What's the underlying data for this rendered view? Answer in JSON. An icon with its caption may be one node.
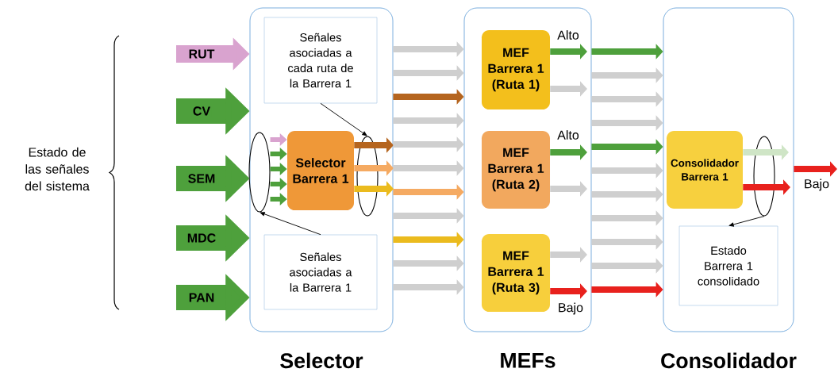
{
  "diagram": {
    "nodes": [
      {
        "text": [
          "Estado de las señales del sistema"
        ]
      },
      {
        "text": [
          "Selector"
        ]
      },
      {
        "text": [
          "Señales asociadas a cada ruta de la Barrera 1"
        ],
        "in": 1
      },
      {
        "text": [
          "Selector Barrera 1"
        ],
        "in": 1
      },
      {
        "text": [
          "Señales asociadas a la Barrera 1"
        ],
        "in": 1
      },
      {
        "text": [],
        "shape": "ellipse",
        "in": 1
      },
      {
        "text": [],
        "shape": "ellipse",
        "in": 1
      },
      {
        "text": [
          "MEFs"
        ]
      },
      {
        "text": [
          "MEF Barrera 1 (Ruta 1)"
        ],
        "in": 7
      },
      {
        "text": [
          "MEF Barrera 1 (Ruta 2)"
        ],
        "in": 7
      },
      {
        "text": [
          "MEF Barrera 1 (Ruta 3)"
        ],
        "in": 7
      },
      {
        "text": [
          "Consolidador"
        ]
      },
      {
        "text": [
          "Consolidador Barrera 1"
        ],
        "in": 11
      },
      {
        "text": [
          "Estado Barrera 1 consolidado"
        ],
        "in": 11
      },
      {
        "text": [],
        "shape": "ellipse",
        "in": 11
      }
    ],
    "edges": [
      {
        "from": null,
        "to": 1,
        "arrow": "to",
        "label": "RUT",
        "style": "thick",
        "color": "#d9a3cf"
      },
      {
        "from": null,
        "to": 1,
        "arrow": "to",
        "label": "CV",
        "style": "thick",
        "color": "#4ea03c"
      },
      {
        "from": null,
        "to": 1,
        "arrow": "to",
        "label": "SEM",
        "style": "thick",
        "color": "#4ea03c"
      },
      {
        "from": null,
        "to": 1,
        "arrow": "to",
        "label": "MDC",
        "style": "thick",
        "color": "#4ea03c"
      },
      {
        "from": null,
        "to": 1,
        "arrow": "to",
        "label": "PAN",
        "style": "thick",
        "color": "#4ea03c"
      },
      {
        "from": 2,
        "to": 6,
        "arrow": "to",
        "color": "#000000"
      },
      {
        "from": 4,
        "to": 5,
        "arrow": "to",
        "color": "#000000"
      },
      {
        "from": 5,
        "to": 3,
        "arrow": "to",
        "color": "#d9a3cf"
      },
      {
        "from": 5,
        "to": 3,
        "arrow": "to",
        "color": "#4ea03c"
      },
      {
        "from": 5,
        "to": 3,
        "arrow": "to",
        "color": "#4ea03c"
      },
      {
        "from": 5,
        "to": 3,
        "arrow": "to",
        "color": "#4ea03c"
      },
      {
        "from": 5,
        "to": 3,
        "arrow": "to",
        "color": "#4ea03c"
      },
      {
        "from": 3,
        "to": null,
        "arrow": "to",
        "color": "#b5651f"
      },
      {
        "from": 3,
        "to": null,
        "arrow": "to",
        "color": "#f5aa62"
      },
      {
        "from": 3,
        "to": null,
        "arrow": "to",
        "color": "#ebbb1e"
      },
      {
        "from": 1,
        "to": 7,
        "arrow": "to"
      },
      {
        "from": 1,
        "to": 7,
        "arrow": "to"
      },
      {
        "from": 1,
        "to": 7,
        "arrow": "to",
        "color": "#b5651f"
      },
      {
        "from": 1,
        "to": 7,
        "arrow": "to"
      },
      {
        "from": 1,
        "to": 7,
        "arrow": "to"
      },
      {
        "from": 1,
        "to": 7,
        "arrow": "to"
      },
      {
        "from": 1,
        "to": 7,
        "arrow": "to",
        "color": "#f5aa62"
      },
      {
        "from": 1,
        "to": 7,
        "arrow": "to"
      },
      {
        "from": 1,
        "to": 7,
        "arrow": "to",
        "color": "#ebbb1e"
      },
      {
        "from": 1,
        "to": 7,
        "arrow": "to"
      },
      {
        "from": 1,
        "to": 7,
        "arrow": "to"
      },
      {
        "from": 8,
        "to": null,
        "arrow": "to",
        "label": "Alto",
        "color": "#4ea03c"
      },
      {
        "from": 8,
        "to": null,
        "arrow": "to"
      },
      {
        "from": 9,
        "to": null,
        "arrow": "to",
        "label": "Alto",
        "color": "#4ea03c"
      },
      {
        "from": 9,
        "to": null,
        "arrow": "to"
      },
      {
        "from": 10,
        "to": null,
        "arrow": "to"
      },
      {
        "from": 10,
        "to": null,
        "arrow": "to",
        "label": "Bajo",
        "color": "#e8211d"
      },
      {
        "from": 7,
        "to": 11,
        "arrow": "to",
        "color": "#4ea03c"
      },
      {
        "from": 7,
        "to": 11,
        "arrow": "to"
      },
      {
        "from": 7,
        "to": 11,
        "arrow": "to"
      },
      {
        "from": 7,
        "to": 11,
        "arrow": "to"
      },
      {
        "from": 7,
        "to": 11,
        "arrow": "to",
        "color": "#4ea03c"
      },
      {
        "from": 7,
        "to": 11,
        "arrow": "to"
      },
      {
        "from": 7,
        "to": 11,
        "arrow": "to"
      },
      {
        "from": 7,
        "to": 11,
        "arrow": "to"
      },
      {
        "from": 7,
        "to": 11,
        "arrow": "to"
      },
      {
        "from": 7,
        "to": 11,
        "arrow": "to"
      },
      {
        "from": 7,
        "to": 11,
        "arrow": "to",
        "color": "#e8211d"
      },
      {
        "from": 12,
        "to": null,
        "arrow": "to",
        "color": "#cfe5c6"
      },
      {
        "from": 12,
        "to": null,
        "arrow": "to",
        "color": "#e8211d"
      },
      {
        "from": 14,
        "to": 13,
        "arrow": "to",
        "color": "#000000"
      },
      {
        "from": 11,
        "to": null,
        "arrow": "to",
        "label": "Bajo",
        "color": "#e8211d"
      }
    ]
  }
}
